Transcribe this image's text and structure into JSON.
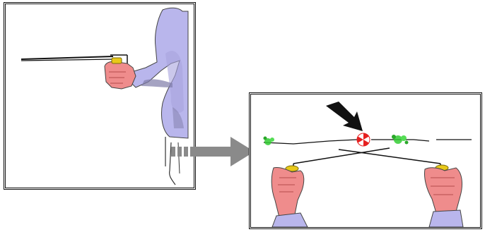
{
  "diagram": {
    "panels": [
      {
        "id": "before",
        "depicts": "person-holding-fiber-end-horizontal"
      },
      {
        "id": "after",
        "depicts": "two-hands-tensioning-fiber-break-point"
      }
    ],
    "colors": {
      "border": "#111111",
      "sleeve": "#b9b6ec",
      "sleeve_shadow": "#7f7ca8",
      "hand": "#ef8c8c",
      "hand_shadow": "#c05a5a",
      "fiber": "#111111",
      "clamp": "#e8c81a",
      "arrow_gray": "#8a8a8a",
      "pointer_black": "#111111",
      "break_mark": "#e62020",
      "debris_green": "#33cc33"
    },
    "icons": {
      "transition": "right-arrow-icon",
      "pointer": "pointer-arrow-icon",
      "break": "break-point-icon"
    }
  }
}
